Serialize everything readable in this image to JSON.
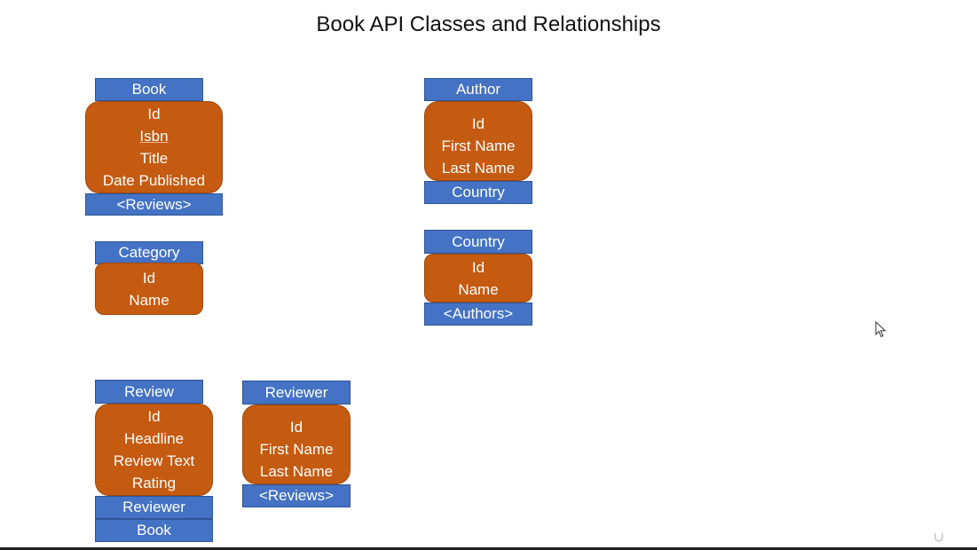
{
  "title": "Book API Classes and Relationships",
  "entities": {
    "book": {
      "name": "Book",
      "fields": [
        "Id",
        "Isbn",
        "Title",
        "Date Published"
      ],
      "relations": [
        "<Reviews>"
      ]
    },
    "author": {
      "name": "Author",
      "fields": [
        "Id",
        "First Name",
        "Last Name"
      ],
      "relations": [
        "Country"
      ]
    },
    "category": {
      "name": "Category",
      "fields": [
        "Id",
        "Name"
      ]
    },
    "country": {
      "name": "Country",
      "fields": [
        "Id",
        "Name"
      ],
      "relations": [
        "<Authors>"
      ]
    },
    "review": {
      "name": "Review",
      "fields": [
        "Id",
        "Headline",
        "Review Text",
        "Rating"
      ],
      "relations": [
        "Reviewer",
        "Book"
      ]
    },
    "reviewer": {
      "name": "Reviewer",
      "fields": [
        "Id",
        "First Name",
        "Last Name"
      ],
      "relations": [
        "<Reviews>"
      ]
    }
  },
  "colors": {
    "header": "#4472c4",
    "body": "#c55a11"
  },
  "icons": {
    "cursor": "mouse-pointer-icon",
    "watermark": "udemy-logo-icon"
  }
}
